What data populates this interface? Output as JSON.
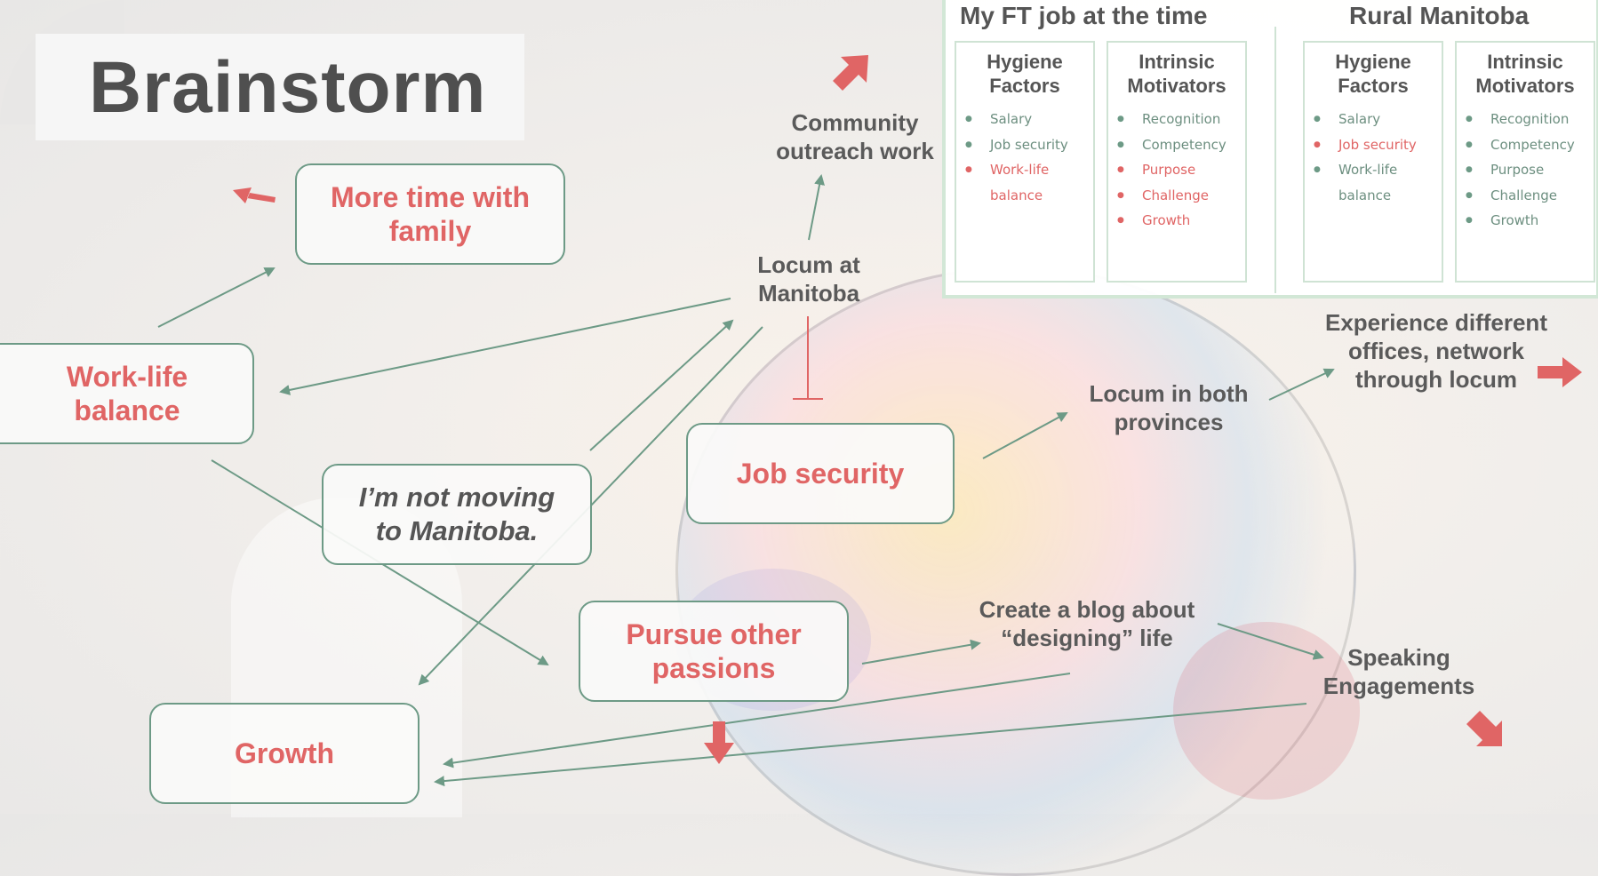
{
  "title": "Brainstorm",
  "nodes": {
    "more_time": "More time with family",
    "work_life": "Work-life balance",
    "not_moving": "I’m not moving to Manitoba.",
    "job_security": "Job security",
    "pursue": "Pursue other passions",
    "growth": "Growth"
  },
  "labels": {
    "community": "Community outreach work",
    "locum_mb": "Locum at Manitoba",
    "locum_both": "Locum in both provinces",
    "experience": "Experience different offices, network through locum",
    "blog": "Create a blog about “designing” life",
    "speaking": "Speaking Engagements"
  },
  "panel": {
    "left_title": "My FT job at the time",
    "right_title": "Rural Manitoba",
    "columns": [
      {
        "heading": "Hygiene Factors",
        "items": [
          {
            "text": "Salary",
            "highlight": false
          },
          {
            "text": "Job security",
            "highlight": false
          },
          {
            "text": "Work-life balance",
            "highlight": true
          }
        ]
      },
      {
        "heading": "Intrinsic Motivators",
        "items": [
          {
            "text": "Recognition",
            "highlight": false
          },
          {
            "text": "Competency",
            "highlight": false
          },
          {
            "text": "Purpose",
            "highlight": true
          },
          {
            "text": "Challenge",
            "highlight": true
          },
          {
            "text": "Growth",
            "highlight": true
          }
        ]
      },
      {
        "heading": "Hygiene Factors",
        "items": [
          {
            "text": "Salary",
            "highlight": false
          },
          {
            "text": "Job security",
            "highlight": true
          },
          {
            "text": "Work-life balance",
            "highlight": false
          }
        ]
      },
      {
        "heading": "Intrinsic Motivators",
        "items": [
          {
            "text": "Recognition",
            "highlight": false
          },
          {
            "text": "Competency",
            "highlight": false
          },
          {
            "text": "Purpose",
            "highlight": false
          },
          {
            "text": "Challenge",
            "highlight": false
          },
          {
            "text": "Growth",
            "highlight": false
          }
        ]
      }
    ]
  },
  "colors": {
    "accent_red": "#e06565",
    "line_green": "#6d9a86",
    "text_gray": "#555555",
    "panel_border": "#d2e7d6"
  }
}
